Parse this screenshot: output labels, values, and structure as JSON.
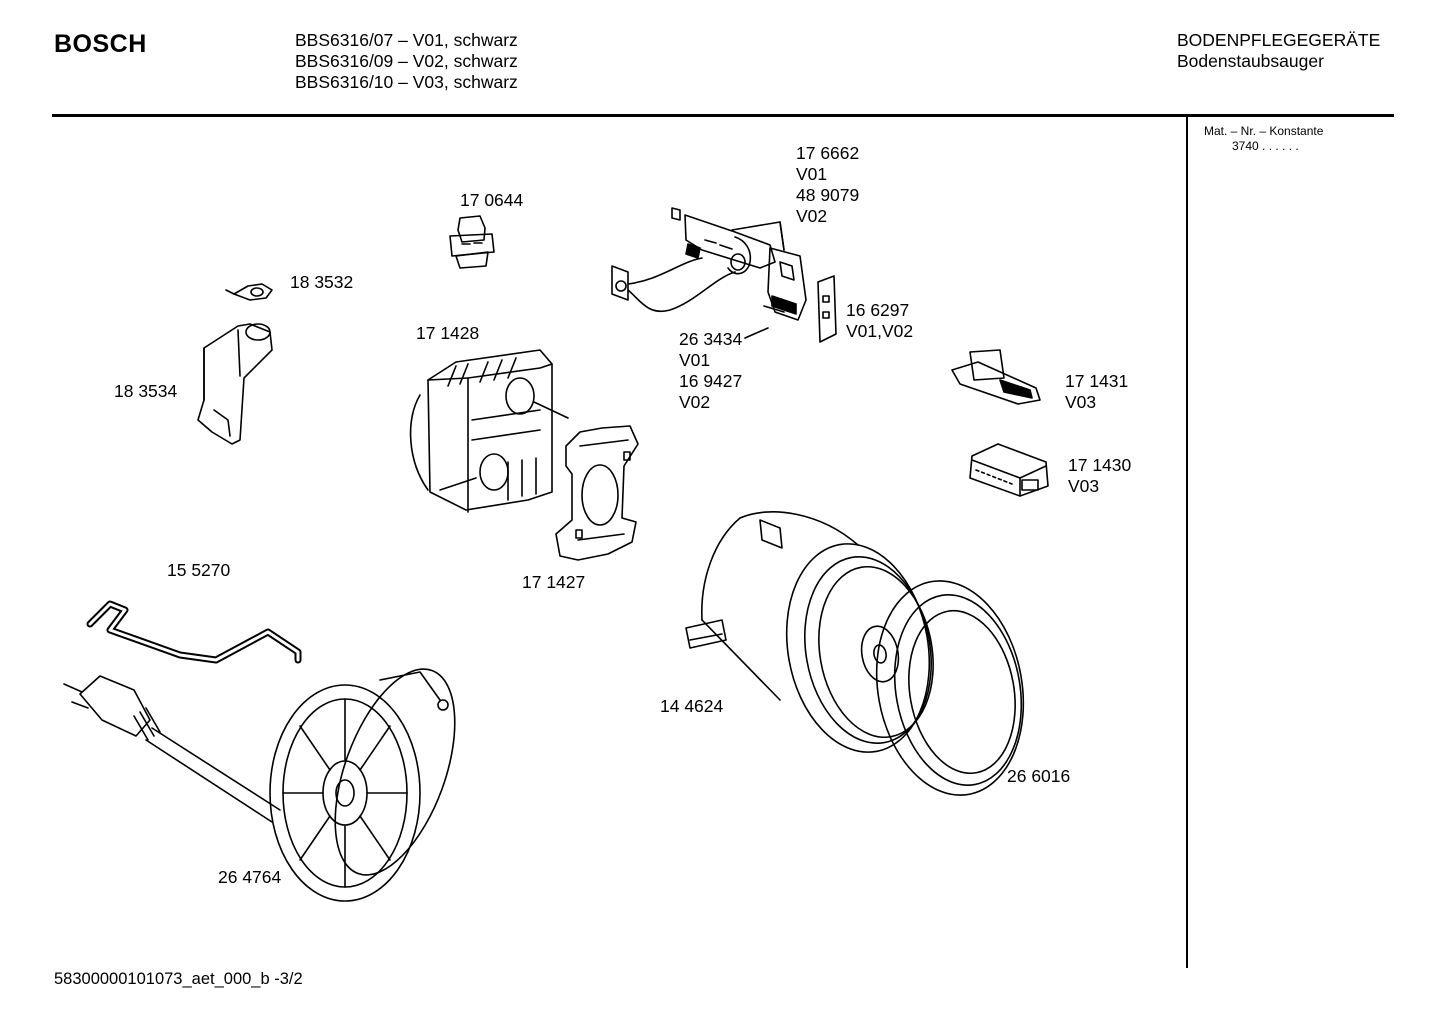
{
  "header": {
    "brand": "BOSCH",
    "models": [
      "BBS6316/07 – V01, schwarz",
      "BBS6316/09 – V02, schwarz",
      "BBS6316/10 – V03, schwarz"
    ],
    "category": "BODENPFLEGEGERÄTE",
    "subcategory": "Bodenstaubsauger"
  },
  "side_panel": {
    "title": "Mat. – Nr. – Konstante",
    "value": "3740  .  .    .  .  .  ."
  },
  "footer": {
    "doc_id": "58300000101073_aet_000_b  -3/2"
  },
  "parts": [
    {
      "lines": [
        "17 6662",
        "V01",
        "48 9079",
        "V02"
      ]
    },
    {
      "lines": [
        "17 0644"
      ]
    },
    {
      "lines": [
        "18 3532"
      ]
    },
    {
      "lines": [
        "18 3534"
      ]
    },
    {
      "lines": [
        "17 1428"
      ]
    },
    {
      "lines": [
        "26 3434",
        "V01",
        "16 9427",
        "V02"
      ]
    },
    {
      "lines": [
        "16 6297",
        "V01,V02"
      ]
    },
    {
      "lines": [
        "17 1431",
        "V03"
      ]
    },
    {
      "lines": [
        "17 1430",
        "V03"
      ]
    },
    {
      "lines": [
        "17 1427"
      ]
    },
    {
      "lines": [
        "15 5270"
      ]
    },
    {
      "lines": [
        "14 4624"
      ]
    },
    {
      "lines": [
        "26 6016"
      ]
    },
    {
      "lines": [
        "26 4764"
      ]
    }
  ]
}
